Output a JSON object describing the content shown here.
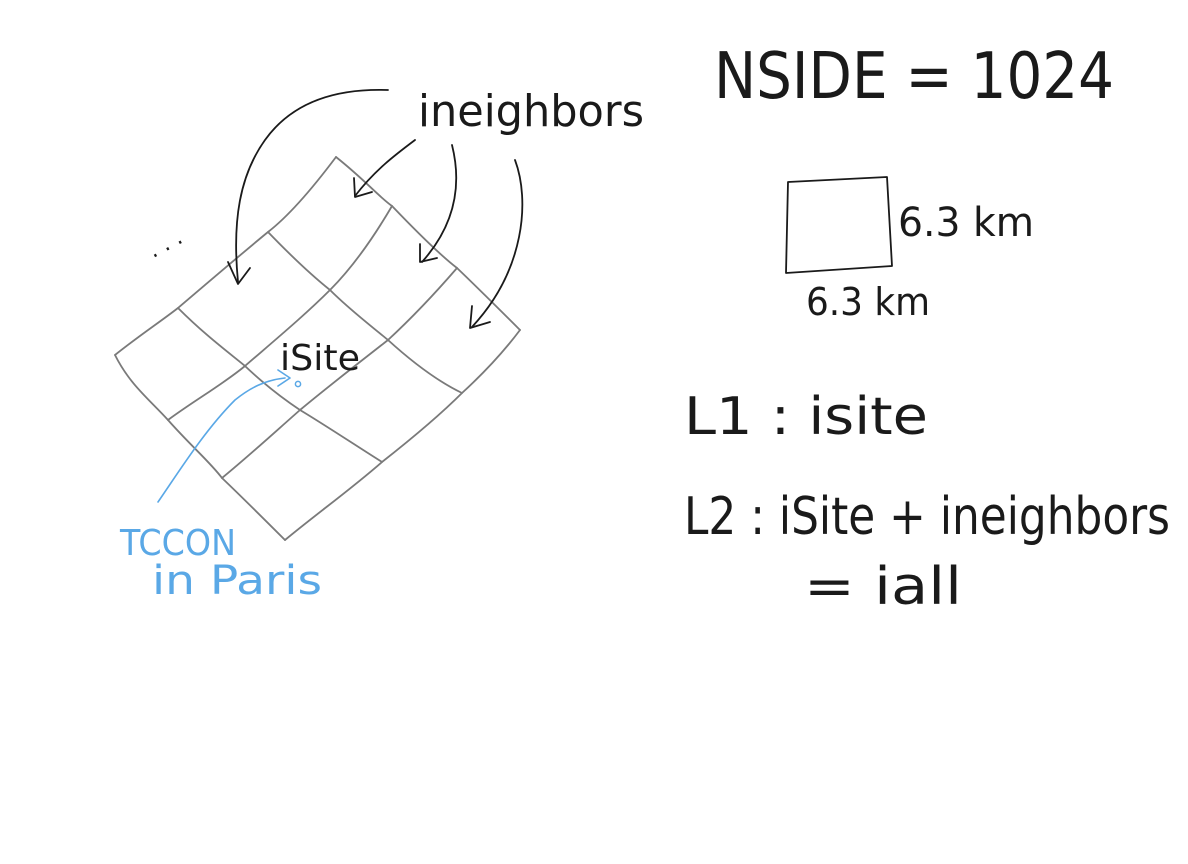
{
  "labels": {
    "ineighbors": "ineighbors",
    "ellipsis": ". . .",
    "isite_grid": "iSite",
    "tccon": "TCCON",
    "in_paris": "in Paris",
    "nside": "NSIDE = 1024",
    "side_right": "6.3 km",
    "side_bottom": "6.3 km",
    "l1": "L1 : isite",
    "l2": "L2 : iSite + ineighbors",
    "l2_result": "= iall"
  },
  "colors": {
    "ink": "#1a1a1a",
    "grid": "#7a7a7a",
    "tccon_blue": "#5aa8e6"
  }
}
